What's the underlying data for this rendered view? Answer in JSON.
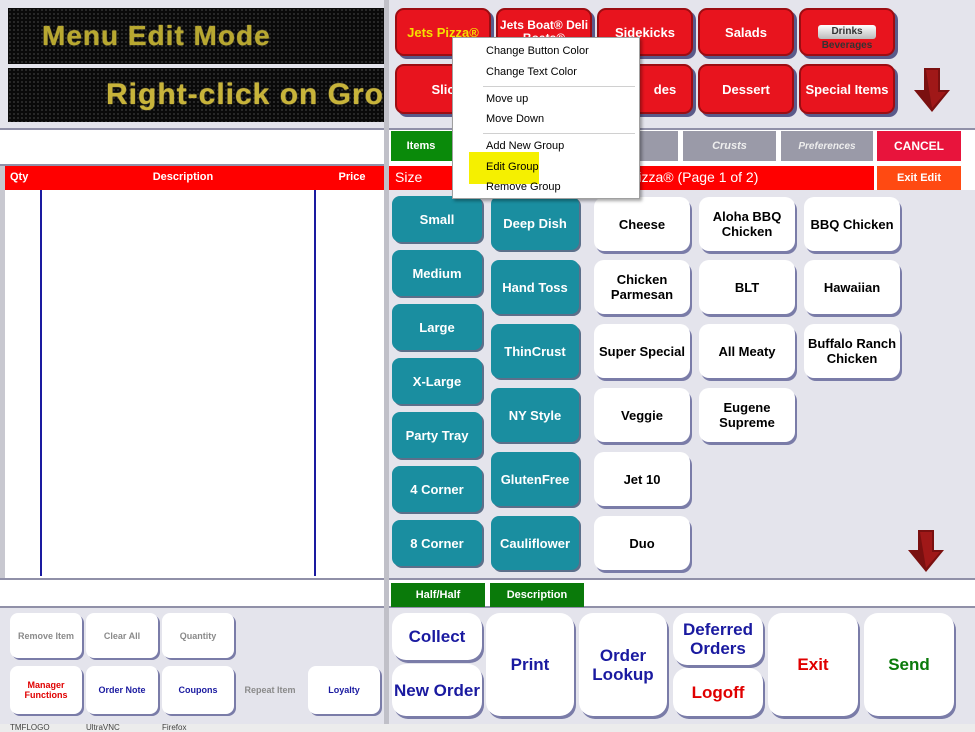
{
  "marquee": {
    "line1": "Menu Edit Mode",
    "line2": "Right-click on Gro"
  },
  "groups": {
    "row1": [
      "Jets Pizza®",
      "Jets Boat® Deli Boats®",
      "Sidekicks",
      "Salads",
      "Drinks Beverages"
    ],
    "row2": [
      "Slic",
      "",
      "des",
      "Dessert",
      "Special Items"
    ]
  },
  "tabs": {
    "items": "Items",
    "crusts": "Crusts",
    "preferences": "Preferences",
    "cancel": "CANCEL",
    "exit_edit": "Exit Edit"
  },
  "order_table": {
    "headers": [
      "Qty",
      "Description",
      "Price"
    ]
  },
  "header_bar": {
    "size_label": "Size",
    "title": "Pizza® (Page 1 of 2)"
  },
  "sizes": [
    "Small",
    "Medium",
    "Large",
    "X-Large",
    "Party Tray",
    "4 Corner",
    "8 Corner"
  ],
  "crusts": [
    "Deep Dish",
    "Hand Toss",
    "ThinCrust",
    "NY Style",
    "GlutenFree",
    "Cauliflower"
  ],
  "items": [
    [
      "Cheese",
      "Aloha BBQ Chicken",
      "BBQ Chicken"
    ],
    [
      "Chicken Parmesan",
      "BLT",
      "Hawaiian"
    ],
    [
      "Super Special",
      "All Meaty",
      "Buffalo Ranch Chicken"
    ],
    [
      "Veggie",
      "Eugene Supreme",
      ""
    ],
    [
      "Jet 10",
      "",
      ""
    ],
    [
      "Duo",
      "",
      ""
    ]
  ],
  "lower_tabs": {
    "halfhalf": "Half/Half",
    "description": "Description"
  },
  "left_buttons": {
    "remove_item": "Remove Item",
    "clear_all": "Clear All",
    "quantity": "Quantity",
    "manager_functions": "Manager Functions",
    "order_note": "Order Note",
    "coupons": "Coupons",
    "repeat_item": "Repeat Item",
    "loyalty": "Loyalty"
  },
  "actions": {
    "collect": "Collect",
    "new_order": "New Order",
    "print": "Print",
    "order_lookup": "Order Lookup",
    "deferred_orders": "Deferred Orders",
    "logoff": "Logoff",
    "exit": "Exit",
    "send": "Send"
  },
  "context_menu": [
    "Change Button Color",
    "Change Text Color",
    "Move up",
    "Move Down",
    "Add New Group",
    "Edit Group",
    "Remove Group"
  ],
  "taskbar": [
    "TMFLOGO",
    "UltraVNC",
    "Firefox"
  ],
  "colors": {
    "red": "#e8141e",
    "teal": "#1a8ea0",
    "green": "#0a7a0a",
    "navy": "#1a1aa0",
    "highlight": "#f5f000"
  }
}
